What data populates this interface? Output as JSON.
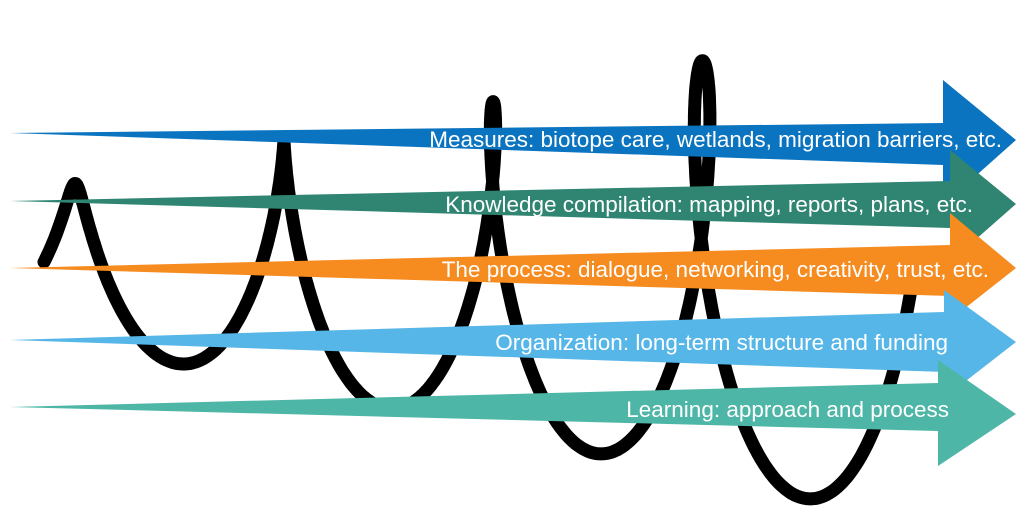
{
  "diagram": {
    "background": "#ffffff",
    "spiral": {
      "color": "#000000"
    },
    "arrows": [
      {
        "label": "Measures: biotope care, wetlands, migration barriers, etc.",
        "color": "#0a74c0"
      },
      {
        "label": "Knowledge compilation: mapping, reports, plans, etc.",
        "color": "#2f8572"
      },
      {
        "label": "The process: dialogue, networking, creativity, trust, etc.",
        "color": "#f68b1f"
      },
      {
        "label": "Organization: long-term structure and funding",
        "color": "#56b6e7"
      },
      {
        "label": "Learning: approach and process",
        "color": "#4db6a6"
      }
    ]
  }
}
